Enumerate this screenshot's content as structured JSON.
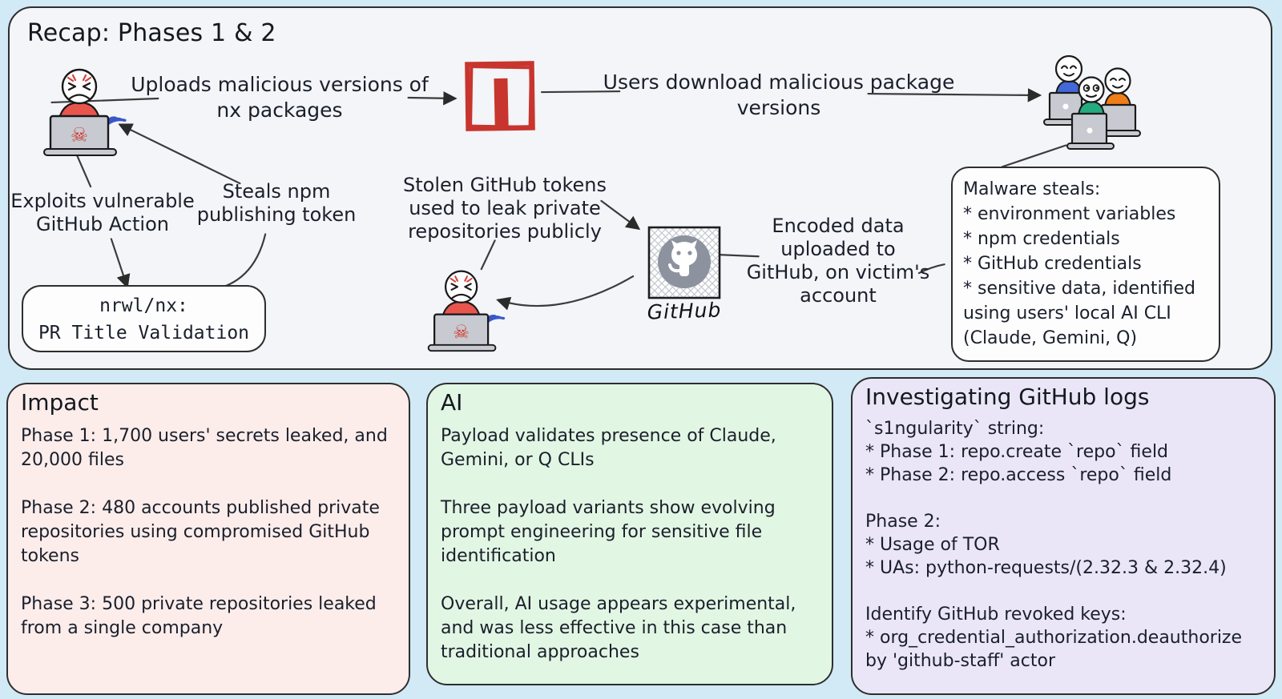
{
  "recap": {
    "title": "Recap: Phases 1 & 2",
    "labels": {
      "uploads": "Uploads malicious versions of\nnx packages",
      "downloads": "Users download malicious package\nversions",
      "exploits": "Exploits vulnerable\nGitHub Action",
      "steals": "Steals npm\npublishing token",
      "stolen": "Stolen GitHub tokens\nused to leak private\nrepositories publicly",
      "encoded": "Encoded data\nuploaded to\nGitHub, on victim's\naccount"
    },
    "nrwl_box": "nrwl/nx:\nPR Title Validation",
    "malware_box": "Malware steals:\n* environment variables\n* npm credentials\n* GitHub credentials\n* sensitive data, identified\nusing users' local AI CLI\n(Claude, Gemini, Q)",
    "github_label": "GitHub"
  },
  "panels": {
    "impact": {
      "title": "Impact",
      "body": "Phase 1: 1,700 users' secrets leaked, and\n20,000 files\n\nPhase 2: 480 accounts published private\nrepositories using compromised GitHub\ntokens\n\nPhase 3: 500 private repositories leaked\nfrom a single company"
    },
    "ai": {
      "title": "AI",
      "body": "Payload validates presence of Claude,\nGemini, or Q CLIs\n\nThree payload variants show evolving\nprompt engineering for sensitive file\nidentification\n\nOverall, AI usage appears experimental,\nand was less effective in this case than\ntraditional approaches"
    },
    "logs": {
      "title": "Investigating GitHub logs",
      "body": "`s1ngularity` string:\n* Phase 1: repo.create `repo` field\n* Phase 2: repo.access `repo` field\n\nPhase 2:\n* Usage of TOR\n* UAs: python-requests/(2.32.3 & 2.32.4)\n\nIdentify GitHub revoked keys:\n* org_credential_authorization.deauthorize\nby 'github-staff' actor"
    }
  },
  "icons": {
    "attacker": "hacker-with-skull-laptop",
    "skull_glyph": "☠",
    "npm": "red-npm-square",
    "github": "octocat-in-hatched-square",
    "users": "three-users-with-laptops",
    "wifi": "blue-signal-arcs"
  },
  "colors": {
    "background": "#d2e9f6",
    "recap_bg": "#f3f5f8",
    "impact_bg": "#fcedeb",
    "ai_bg": "#e2f6e4",
    "logs_bg": "#eae6f7",
    "npm_red": "#c8352e",
    "hacker_red": "#e8554d",
    "wifi_blue": "#3a57c9",
    "user_blue": "#4468d9",
    "user_green": "#25ab80",
    "user_orange": "#ef7d18",
    "github_gray": "#8c929e",
    "text": "#1a1f2b"
  }
}
